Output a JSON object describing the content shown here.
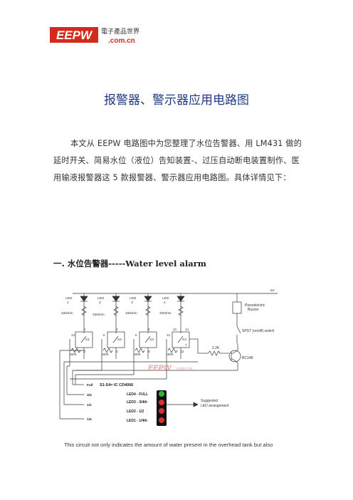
{
  "logo": {
    "brand": "EEPW",
    "tagline": "電子產品世界",
    "domain": ".com.cn",
    "brand_color": "#d42a1c"
  },
  "title": "报警器、警示器应用电路图",
  "intro": "本文从 EEPW 电路图中为您整理了水位告警器、用 LM431 做的延时开关、简易水位（液位）告知装置-、过压自动断电装置制作、医用输液报警器这 5 款报警器、警示器应用电路图。具体详情见下：",
  "section": {
    "number": "一.",
    "title_cn": "水位告警器",
    "dashes": "-----",
    "title_en": "Water level alarm"
  },
  "circuit": {
    "leds": [
      {
        "label": "LED",
        "num": "1"
      },
      {
        "label": "LED",
        "num": "2"
      },
      {
        "label": "LED",
        "num": "3"
      },
      {
        "label": "LED",
        "num": "4"
      }
    ],
    "resistors_top": [
      "330ohm",
      "330ohm",
      "330ohm",
      "330ohm"
    ],
    "resistors_bottom": [
      "180K",
      "180K",
      "180K",
      "180K"
    ],
    "switches": [
      "S1",
      "S2",
      "S3",
      "S4"
    ],
    "pins": [
      "1",
      "2",
      "13",
      "3",
      "4",
      "5",
      "8",
      "9",
      "6",
      "10",
      "11",
      "12",
      "14",
      "7"
    ],
    "supply": "6V",
    "buzzer": [
      "Piezoelectric",
      "Buzzer"
    ],
    "switch_label": "SPST (on/off) switch",
    "base_resistor": "2.2K",
    "transistor": "BC148",
    "ic_label": "S1-S4= IC CD4066",
    "levels": [
      "Full",
      "3/4",
      "1/2",
      "1/4"
    ],
    "led_panel": [
      "LED4 - FULL",
      "LED3 - 3/4th",
      "LED2 - 1/2",
      "LED1 - 1/4th"
    ],
    "suggested": [
      "Suggested",
      "LED arrangement"
    ],
    "watermark": "EEPW",
    "watermark_domain": ".com.cn",
    "colors": {
      "full": "#2fb52f",
      "other": "#d93030"
    }
  },
  "caption": "This circuit not only indicates the amount of water present in the overhead tank but also"
}
